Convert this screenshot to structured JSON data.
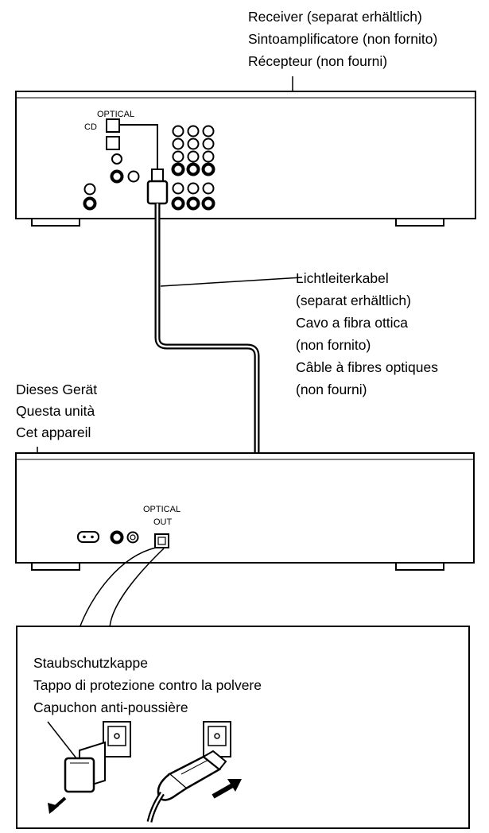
{
  "receiver": {
    "labels": [
      "Receiver (separat erhältlich)",
      "Sintoamplificatore (non fornito)",
      "Récepteur (non fourni)"
    ],
    "optical_label": "OPTICAL",
    "cd_label": "CD"
  },
  "cable": {
    "labels": [
      "Lichtleiterkabel",
      "(separat erhältlich)",
      "Cavo a fibra ottica",
      "(non fornito)",
      "Câble à fibres optiques",
      "(non fourni)"
    ]
  },
  "unit": {
    "labels": [
      "Dieses Gerät",
      "Questa unità",
      "Cet appareil"
    ],
    "optical_out_line1": "OPTICAL",
    "optical_out_line2": "OUT"
  },
  "cap": {
    "labels": [
      "Staubschutzkappe",
      "Tappo di protezione contro la polvere",
      "Capuchon anti-poussière"
    ]
  }
}
